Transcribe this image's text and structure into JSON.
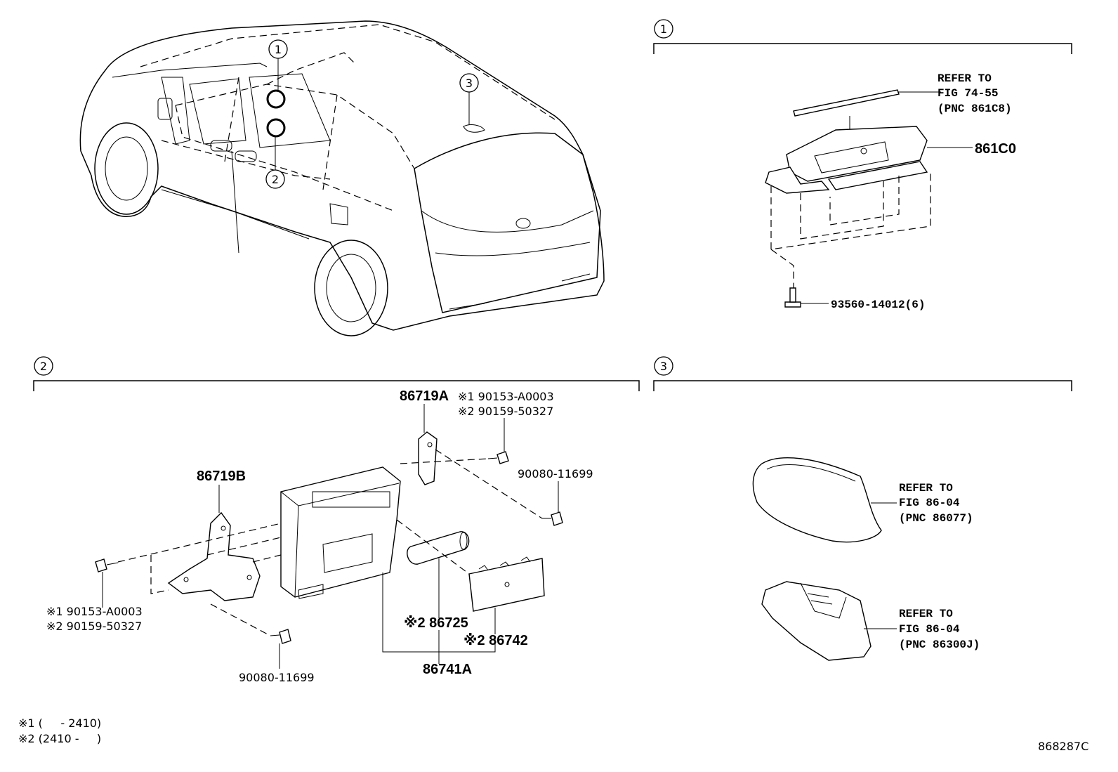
{
  "callouts": {
    "c1": "1",
    "c2": "2",
    "c3": "3"
  },
  "section1": {
    "refer_line1": "REFER TO",
    "refer_line2": "FIG 74-55",
    "refer_line3": "(PNC 861C8)",
    "part_861C0": "861C0",
    "part_screw": "93560-14012(6)"
  },
  "section2": {
    "p86719A": "86719A",
    "p86719B": "86719B",
    "bolt_top_1": "※1 90153-A0003",
    "bolt_top_2": "※2 90159-50327",
    "bolt_left_1": "※1 90153-A0003",
    "bolt_left_2": "※2 90159-50327",
    "screw_right": "90080-11699",
    "screw_bottom": "90080-11699",
    "p86725": "※2 86725",
    "p86742": "※2 86742",
    "p86741A": "86741A"
  },
  "section3": {
    "refer_a_line1": "REFER TO",
    "refer_a_line2": "FIG 86-04",
    "refer_a_line3": "(PNC 86077)",
    "refer_b_line1": "REFER TO",
    "refer_b_line2": "FIG 86-04",
    "refer_b_line3": "(PNC 86300J)"
  },
  "footnotes": {
    "note1": "※1 (     - 2410)",
    "note2": "※2 (2410 -     )"
  },
  "figure_id": "868287C"
}
